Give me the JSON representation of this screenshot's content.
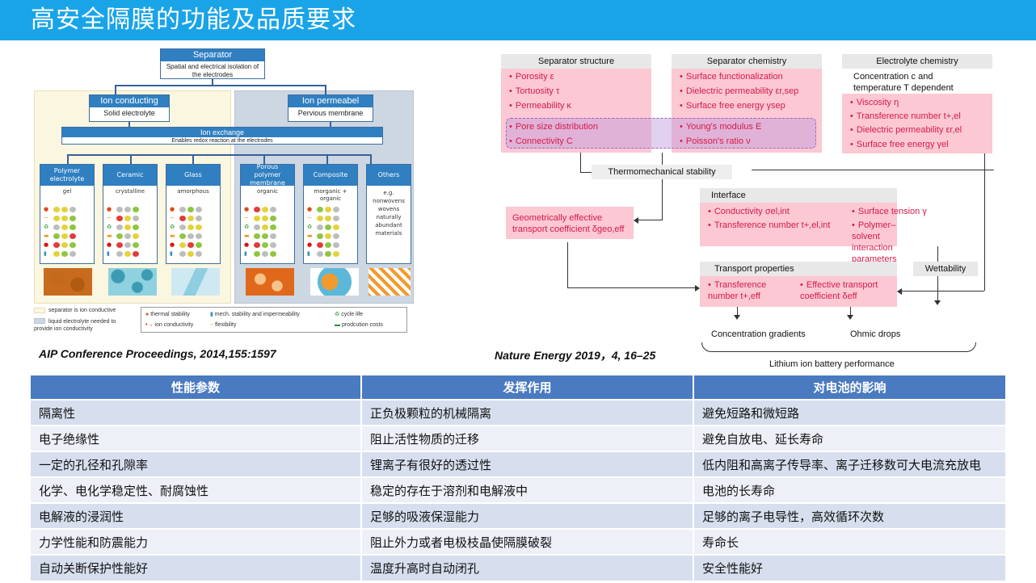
{
  "slide": {
    "title": "高安全隔膜的功能及品质要求",
    "colors": {
      "title_bar": "#1aa4e8",
      "table_header": "#4a7ac0",
      "table_row_a": "#d7dfee",
      "table_row_b": "#edf0f7"
    }
  },
  "left_figure": {
    "caption": "AIP Conference Proceedings, 2014,155:1597",
    "separator": {
      "title": "Separator",
      "desc": "Spatial and electrical isolation of the electrodes"
    },
    "ion_conducting": {
      "title": "Ion conducting",
      "desc": "Solid electrolyte"
    },
    "ion_permeable": {
      "title": "Ion permeabel",
      "desc": "Pervious membrane"
    },
    "ion_exchange": {
      "title": "Ion exchange",
      "desc": "Enables redox reaction at the electrodes"
    },
    "materials": [
      {
        "title": "Polymer electrolyte",
        "sub": "gel"
      },
      {
        "title": "Ceramic",
        "sub": "crystalline"
      },
      {
        "title": "Glass",
        "sub": "amorphous"
      },
      {
        "title": "Porous polymer membrane",
        "sub": "organic"
      },
      {
        "title": "Composite",
        "sub": "morganic + organic"
      },
      {
        "title": "Others",
        "sub": "e.g. nonwovens wovens naturally abundant materials"
      }
    ],
    "legend": {
      "a": "separator is ion conductive",
      "b": "liquid electrolyte needed to provide ion conductivity",
      "thermal": "thermal stability",
      "ioncond": "ion conductivity",
      "mech": "mech. stability and impermeability",
      "flex": "flexibility",
      "cycle": "cycle life",
      "cost": "prodcution costs"
    }
  },
  "right_figure": {
    "caption": "Nature Energy 2019，4, 16–25",
    "separator_structure": {
      "header": "Separator structure",
      "items": [
        "Porosity ε",
        "Tortuosity τ",
        "Permeability κ",
        "Pore size distribution",
        "Connectivity C"
      ]
    },
    "separator_chemistry": {
      "header": "Separator chemistry",
      "items": [
        "Surface functionalization",
        "Dielectric permeability εr,sep",
        "Surface free energy γsep",
        "Young's modulus E",
        "Poisson's ratio ν"
      ]
    },
    "electrolyte_chemistry": {
      "header": "Electrolyte chemistry",
      "note": "Concentration c and temperature T dependent",
      "items": [
        "Viscosity η",
        "Transference number t+,el",
        "Dielectric permeability εr,el",
        "Surface free energy γel"
      ]
    },
    "thermomechanical": "Thermomechanical stability",
    "geometric": "Geometrically effective transport coefficient δgeo,eff",
    "interface": {
      "header": "Interface",
      "items_left": [
        "Conductivity σel,int",
        "Transference number t+,el,int"
      ],
      "items_right": [
        "Surface tension γ",
        "Polymer–solvent interaction parameters"
      ]
    },
    "transport": {
      "header": "Transport properties",
      "item_left": "Transference number t+,eff",
      "item_right": "Effective transport coefficient δeff"
    },
    "wettability": "Wettability",
    "concentration_gradients": "Concentration gradients",
    "ohmic_drops": "Ohmic drops",
    "performance": "Lithium ion battery performance"
  },
  "table": {
    "headers": [
      "性能参数",
      "发挥作用",
      "对电池的影响"
    ],
    "rows": [
      [
        "隔离性",
        "正负极颗粒的机械隔离",
        "避免短路和微短路"
      ],
      [
        "电子绝缘性",
        "阻止活性物质的迁移",
        "避免自放电、延长寿命"
      ],
      [
        "一定的孔径和孔隙率",
        "锂离子有很好的透过性",
        "低内阻和高离子传导率、离子迁移数可大电流充放电"
      ],
      [
        "化学、电化学稳定性、耐腐蚀性",
        "稳定的存在于溶剂和电解液中",
        "电池的长寿命"
      ],
      [
        "电解液的浸润性",
        "足够的吸液保湿能力",
        "足够的离子电导性，高效循环次数"
      ],
      [
        "力学性能和防震能力",
        "阻止外力或者电极枝晶使隔膜破裂",
        "寿命长"
      ],
      [
        "自动关断保护性能好",
        "温度升高时自动闭孔",
        "安全性能好"
      ]
    ]
  }
}
